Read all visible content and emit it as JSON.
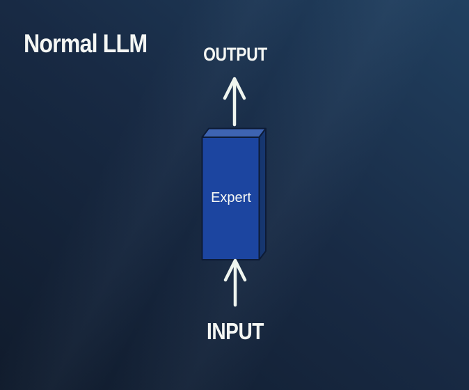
{
  "slide": {
    "title": "Normal LLM",
    "diagram": {
      "output_label": "OUTPUT",
      "expert_label": "Expert",
      "input_label": "INPUT"
    }
  },
  "colors": {
    "background_bottom_left": "#101b2c",
    "background_mid": "#182a44",
    "background_top_right": "#214060",
    "box_front": "#1c45a0",
    "box_top": "#3e64b2",
    "box_side": "#16366f",
    "box_outline": "#0d1b36",
    "arrow": "#eff5ef",
    "text": "#f5f7f4"
  }
}
